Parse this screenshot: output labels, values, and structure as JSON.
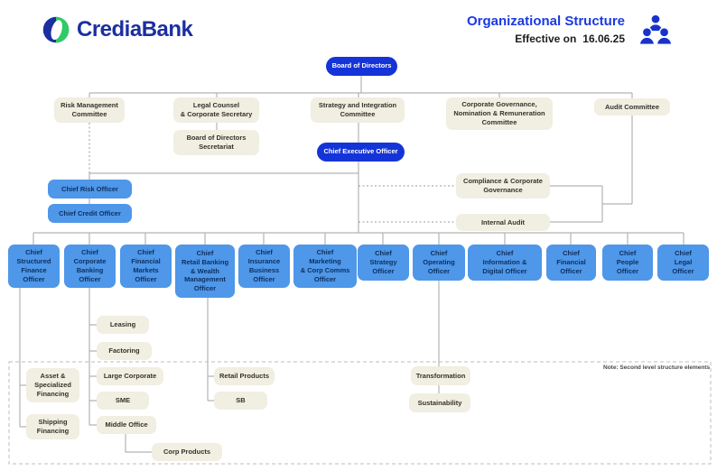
{
  "header": {
    "brand": "CrediaBank",
    "title": "Organizational Structure",
    "effective_label": "Effective on",
    "effective_date": "16.06.25"
  },
  "colors": {
    "brand_navy": "#1b2fa0",
    "title_blue": "#1b39e0",
    "accent_green": "#2fcb66",
    "pill_blue": "#1434d8",
    "officer_blue": "#4e97e9",
    "box_beige": "#f1eee2",
    "line_gray": "#b3b3b3"
  },
  "nodes": {
    "board_of_directors": "Board of Directors",
    "risk_management_committee": "Risk Management\nCommittee",
    "legal_counsel": "Legal Counsel\n& Corporate Secretary",
    "bod_secretariat": "Board of Directors\nSecretariat",
    "strategy_integration_committee": "Strategy and Integration\nCommittee",
    "corporate_governance_committee": "Corporate Governance,\nNomination & Remuneration\nCommittee",
    "audit_committee": "Audit Committee",
    "ceo": "Chief Executive Officer",
    "chief_risk_officer": "Chief Risk Officer",
    "chief_credit_officer": "Chief Credit Officer",
    "compliance_corporate_governance": "Compliance & Corporate\nGovernance",
    "internal_audit": "Internal Audit"
  },
  "officers": [
    "Chief\nStructured\nFinance\nOfficer",
    "Chief\nCorporate\nBanking\nOfficer",
    "Chief\nFinancial\nMarkets\nOfficer",
    "Chief\nRetail Banking\n& Wealth\nManagement\nOfficer",
    "Chief\nInsurance\nBusiness\nOfficer",
    "Chief\nMarketing\n& Corp Comms\nOfficer",
    "Chief\nStrategy\nOfficer",
    "Chief\nOperating\nOfficer",
    "Chief\nInformation &\nDigital Officer",
    "Chief\nFinancial\nOfficer",
    "Chief\nPeople\nOfficer",
    "Chief\nLegal\nOfficer"
  ],
  "second_level": {
    "asset_specialized_financing": "Asset &\nSpecialized\nFinancing",
    "shipping_financing": "Shipping\nFinancing",
    "leasing": "Leasing",
    "factoring": "Factoring",
    "large_corporate": "Large Corporate",
    "sme": "SME",
    "middle_office": "Middle Office",
    "corp_products": "Corp Products",
    "retail_products": "Retail Products",
    "sb": "SB",
    "transformation": "Transformation",
    "sustainability": "Sustainability",
    "note": "Note: Second level structure elements"
  }
}
